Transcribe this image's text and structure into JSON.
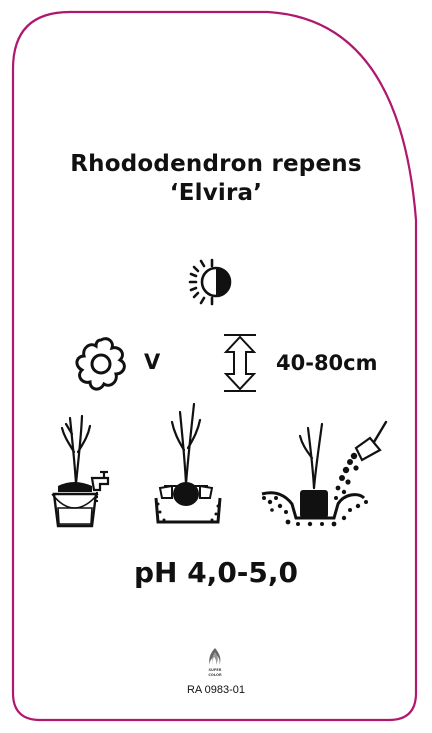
{
  "plant": {
    "name": "Rhododendron repens",
    "cultivar": "‘Elvira’"
  },
  "care": {
    "light_icon": "sun-half-shade-icon",
    "flower_icon": "flower-icon",
    "flower_month": "V",
    "height_icon": "height-arrow-icon",
    "height_range": "40-80cm",
    "watering_icon": "bucket-watering-icon",
    "planting_icon": "planting-hole-icon",
    "soil_icon": "soil-backfill-icon",
    "ph": "pH 4,0-5,0"
  },
  "footer": {
    "logo_text_1": "SUPER",
    "logo_text_2": "COLOR",
    "code": "RA 0983-01"
  },
  "colors": {
    "frame": "#b0176e",
    "ink": "#111111"
  }
}
